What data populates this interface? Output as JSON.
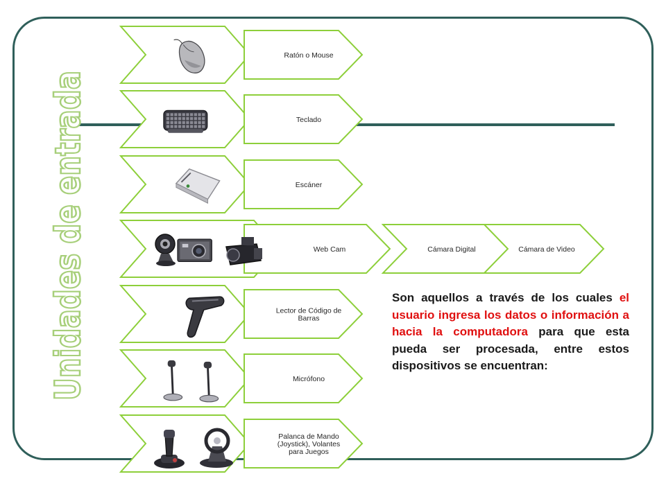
{
  "title": "Unidades de entrada",
  "colors": {
    "frame": "#2f5f5a",
    "arrow_outline": "#8dcf3a",
    "title_stroke": "#a7cf7a",
    "text": "#262626",
    "highlight": "#e01010"
  },
  "rows": [
    {
      "icons": [
        "mouse-icon"
      ],
      "labels": [
        "Ratón o Mouse"
      ]
    },
    {
      "icons": [
        "keyboard-icon"
      ],
      "labels": [
        "Teclado"
      ]
    },
    {
      "icons": [
        "scanner-icon"
      ],
      "labels": [
        "Escáner"
      ]
    },
    {
      "icons": [
        "webcam-icon",
        "digital-camera-icon",
        "video-camera-icon"
      ],
      "labels": [
        "Web Cam",
        "Cámara Digital",
        "Cámara de Video"
      ]
    },
    {
      "icons": [
        "barcode-scanner-icon"
      ],
      "labels": [
        "Lector de Código de Barras"
      ]
    },
    {
      "icons": [
        "microphone-icon",
        "microphone-icon"
      ],
      "labels": [
        "Micrófono"
      ]
    },
    {
      "icons": [
        "joystick-icon",
        "steering-wheel-icon"
      ],
      "labels": [
        "Palanca de Mando (Joystick), Volantes para Juegos"
      ]
    }
  ],
  "description": {
    "part1": "Son aquellos a través de los cuales ",
    "highlight": "el usuario ingresa los datos  o información a hacia la computadora",
    "part2": " para que esta pueda ser procesada, entre estos dispositivos se encuentran:"
  }
}
